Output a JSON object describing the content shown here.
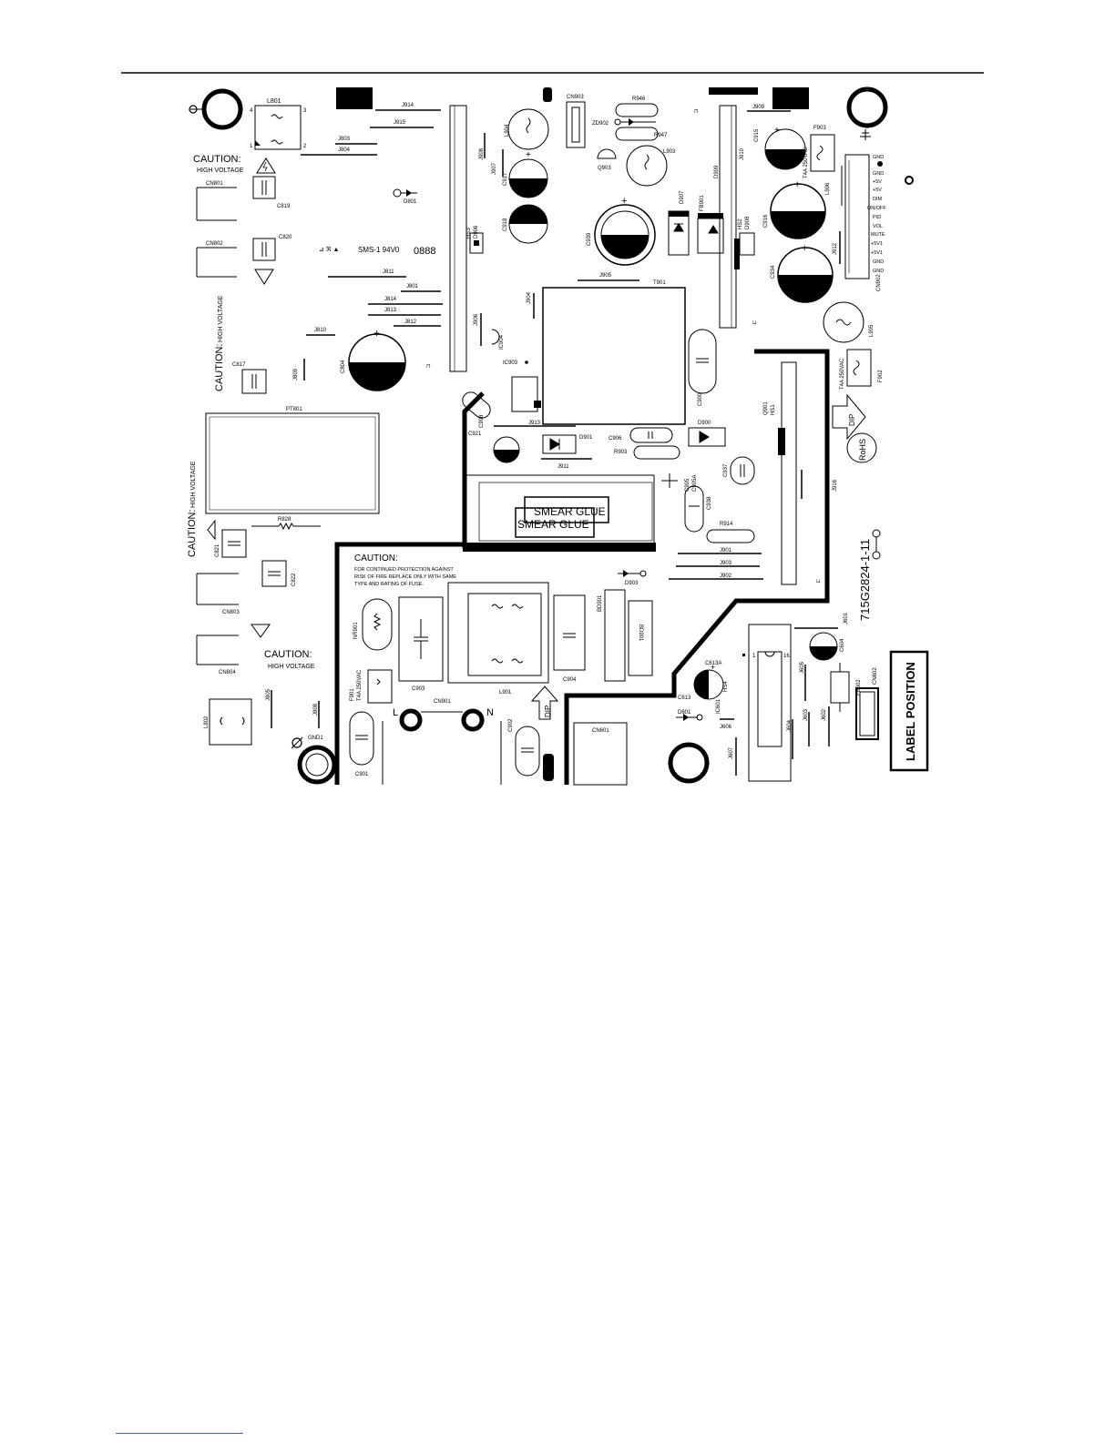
{
  "caution_notes": [
    {
      "title": "CAUTION:",
      "subtitle": "HIGH VOLTAGE"
    },
    {
      "title": "CAUTION:",
      "subtitle": "HIGH VOLTAGE"
    },
    {
      "title": "CAUTION:",
      "subtitle": "HIGH VOLTAGE"
    }
  ],
  "fuse_caution": {
    "title": "CAUTION:",
    "lines": [
      "FOR CONTINUED PROTECTION AGAINST",
      "RISK OF FIRE REPLACE ONLY WITH SAME",
      "TYPE AND RATING OF FUSE."
    ]
  },
  "vertical_cautions": [
    {
      "title": "CAUTION:",
      "subtitle": "HIGH VOLTAGE"
    },
    {
      "title": "CAUTION:",
      "subtitle": "HIGH VOLTAGE"
    }
  ],
  "smear_glue": [
    "SMEAR GLUE",
    "SMEAR GLUE"
  ],
  "board_code": "715G2824-1-11",
  "material_mark": "SMS-1 94V0",
  "date_code": "0888",
  "label_position": "LABEL POSITION",
  "rohs": "RoHS",
  "dip_marks": [
    "DIP",
    "DIP"
  ],
  "line_terminals": {
    "live": "L",
    "neutral": "N"
  },
  "fuse_ratings": [
    "T4A 250VAC",
    "T4A 250VAC",
    "T4A 250VAC"
  ],
  "connector_pins": [
    "GND",
    "GND",
    "+5V",
    "+5V",
    "DIM",
    "ON/OFF",
    "PID",
    "VOL",
    "MUTE",
    "+5V1",
    "+5V1",
    "GND",
    "GND"
  ],
  "refs": {
    "L801": "L801",
    "J914": "J914",
    "J915": "J915",
    "J803": "J803",
    "J804": "J804",
    "CN801": "CN801",
    "C819": "C819",
    "D801": "D801",
    "CN802": "CN802",
    "C820": "C820",
    "J811": "J811",
    "J801": "J801",
    "J814": "J814",
    "J813": "J813",
    "J812": "J812",
    "J810": "J810",
    "C804": "C804",
    "J809": "J809",
    "C817": "C817",
    "PT801": "PT801",
    "R828": "R828",
    "C821": "C821",
    "C822": "C822",
    "CN803": "CN803",
    "CN804": "CN804",
    "J805": "J805",
    "L802": "L802",
    "J808": "J808",
    "GND1": "GND1",
    "C901": "C901",
    "F901": "F901",
    "NR901": "NR901",
    "C903": "C903",
    "L901": "L901",
    "CN901": "CN901",
    "C902": "C902",
    "C904": "C904",
    "BD901": "BD901",
    "D903": "D903",
    "J908": "J908",
    "J907": "J907",
    "HS3": "HS3",
    "D906": "D906",
    "C917": "C917",
    "C918": "C918",
    "CN903": "CN903",
    "R946": "R946",
    "ZD902": "ZD902",
    "R947": "R947",
    "L904": "L904",
    "Q903": "Q903",
    "L903": "L903",
    "C939": "C939",
    "D907": "D907",
    "FB901": "FB901",
    "J909": "J909",
    "J910": "J910",
    "D909": "D909",
    "HS2": "HS2",
    "D908": "D908",
    "F903": "F903",
    "C915": "C915",
    "C916": "C916",
    "L905": "L905",
    "J912": "J912",
    "C934": "C934",
    "CN902": "CN902",
    "L906": "L906",
    "J905": "J905",
    "T901": "T901",
    "J904": "J904",
    "J906": "J906",
    "IC904": "IC904",
    "IC903": "IC903",
    "C900": "C900",
    "F902": "F902",
    "J913": "J913",
    "J911": "J911",
    "C921": "C921",
    "C908": "C908",
    "D901": "D901",
    "C906": "C906",
    "R903": "R903",
    "D900": "D900",
    "Q901": "Q901",
    "HS1": "HS1",
    "C937": "C937",
    "C905": "C905",
    "C905A": "C905A",
    "C938": "C938",
    "R914": "R914",
    "J901": "J901",
    "J903": "J903",
    "J902": "J902",
    "J916": "J916",
    "J916b": "J916",
    "J601": "J601",
    "C604": "C604",
    "IC601": "IC601",
    "HS4": "HS4",
    "C613A": "C613A",
    "C613": "C613",
    "D601": "D601",
    "J605": "J605",
    "J606": "J606",
    "J607": "J607",
    "J604": "J604",
    "J603": "J603",
    "J602": "J602",
    "FB602": "FB602",
    "CN602": "CN602",
    "CN601": "CN601",
    "BD901b": "BD901"
  }
}
